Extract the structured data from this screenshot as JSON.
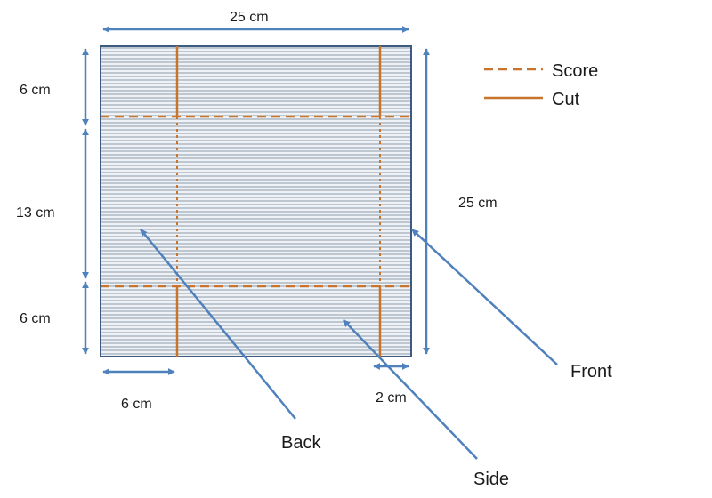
{
  "colors": {
    "board_stroke": "#3d5a80",
    "board_fill": "#eef1f5",
    "hatch": "#8e9aab",
    "dimension_arrow": "#4f81bd",
    "cut": "#c8742c",
    "score": "#c8742c",
    "text": "#1a1a1a"
  },
  "legend": {
    "score_label": "Score",
    "cut_label": "Cut"
  },
  "dimensions": {
    "top_width": "25 cm",
    "right_height": "25 cm",
    "left_top": "6 cm",
    "left_middle": "13 cm",
    "left_bottom": "6 cm",
    "bottom_left": "6 cm",
    "bottom_right": "2 cm"
  },
  "callouts": {
    "back": "Back",
    "side": "Side",
    "front": "Front"
  }
}
